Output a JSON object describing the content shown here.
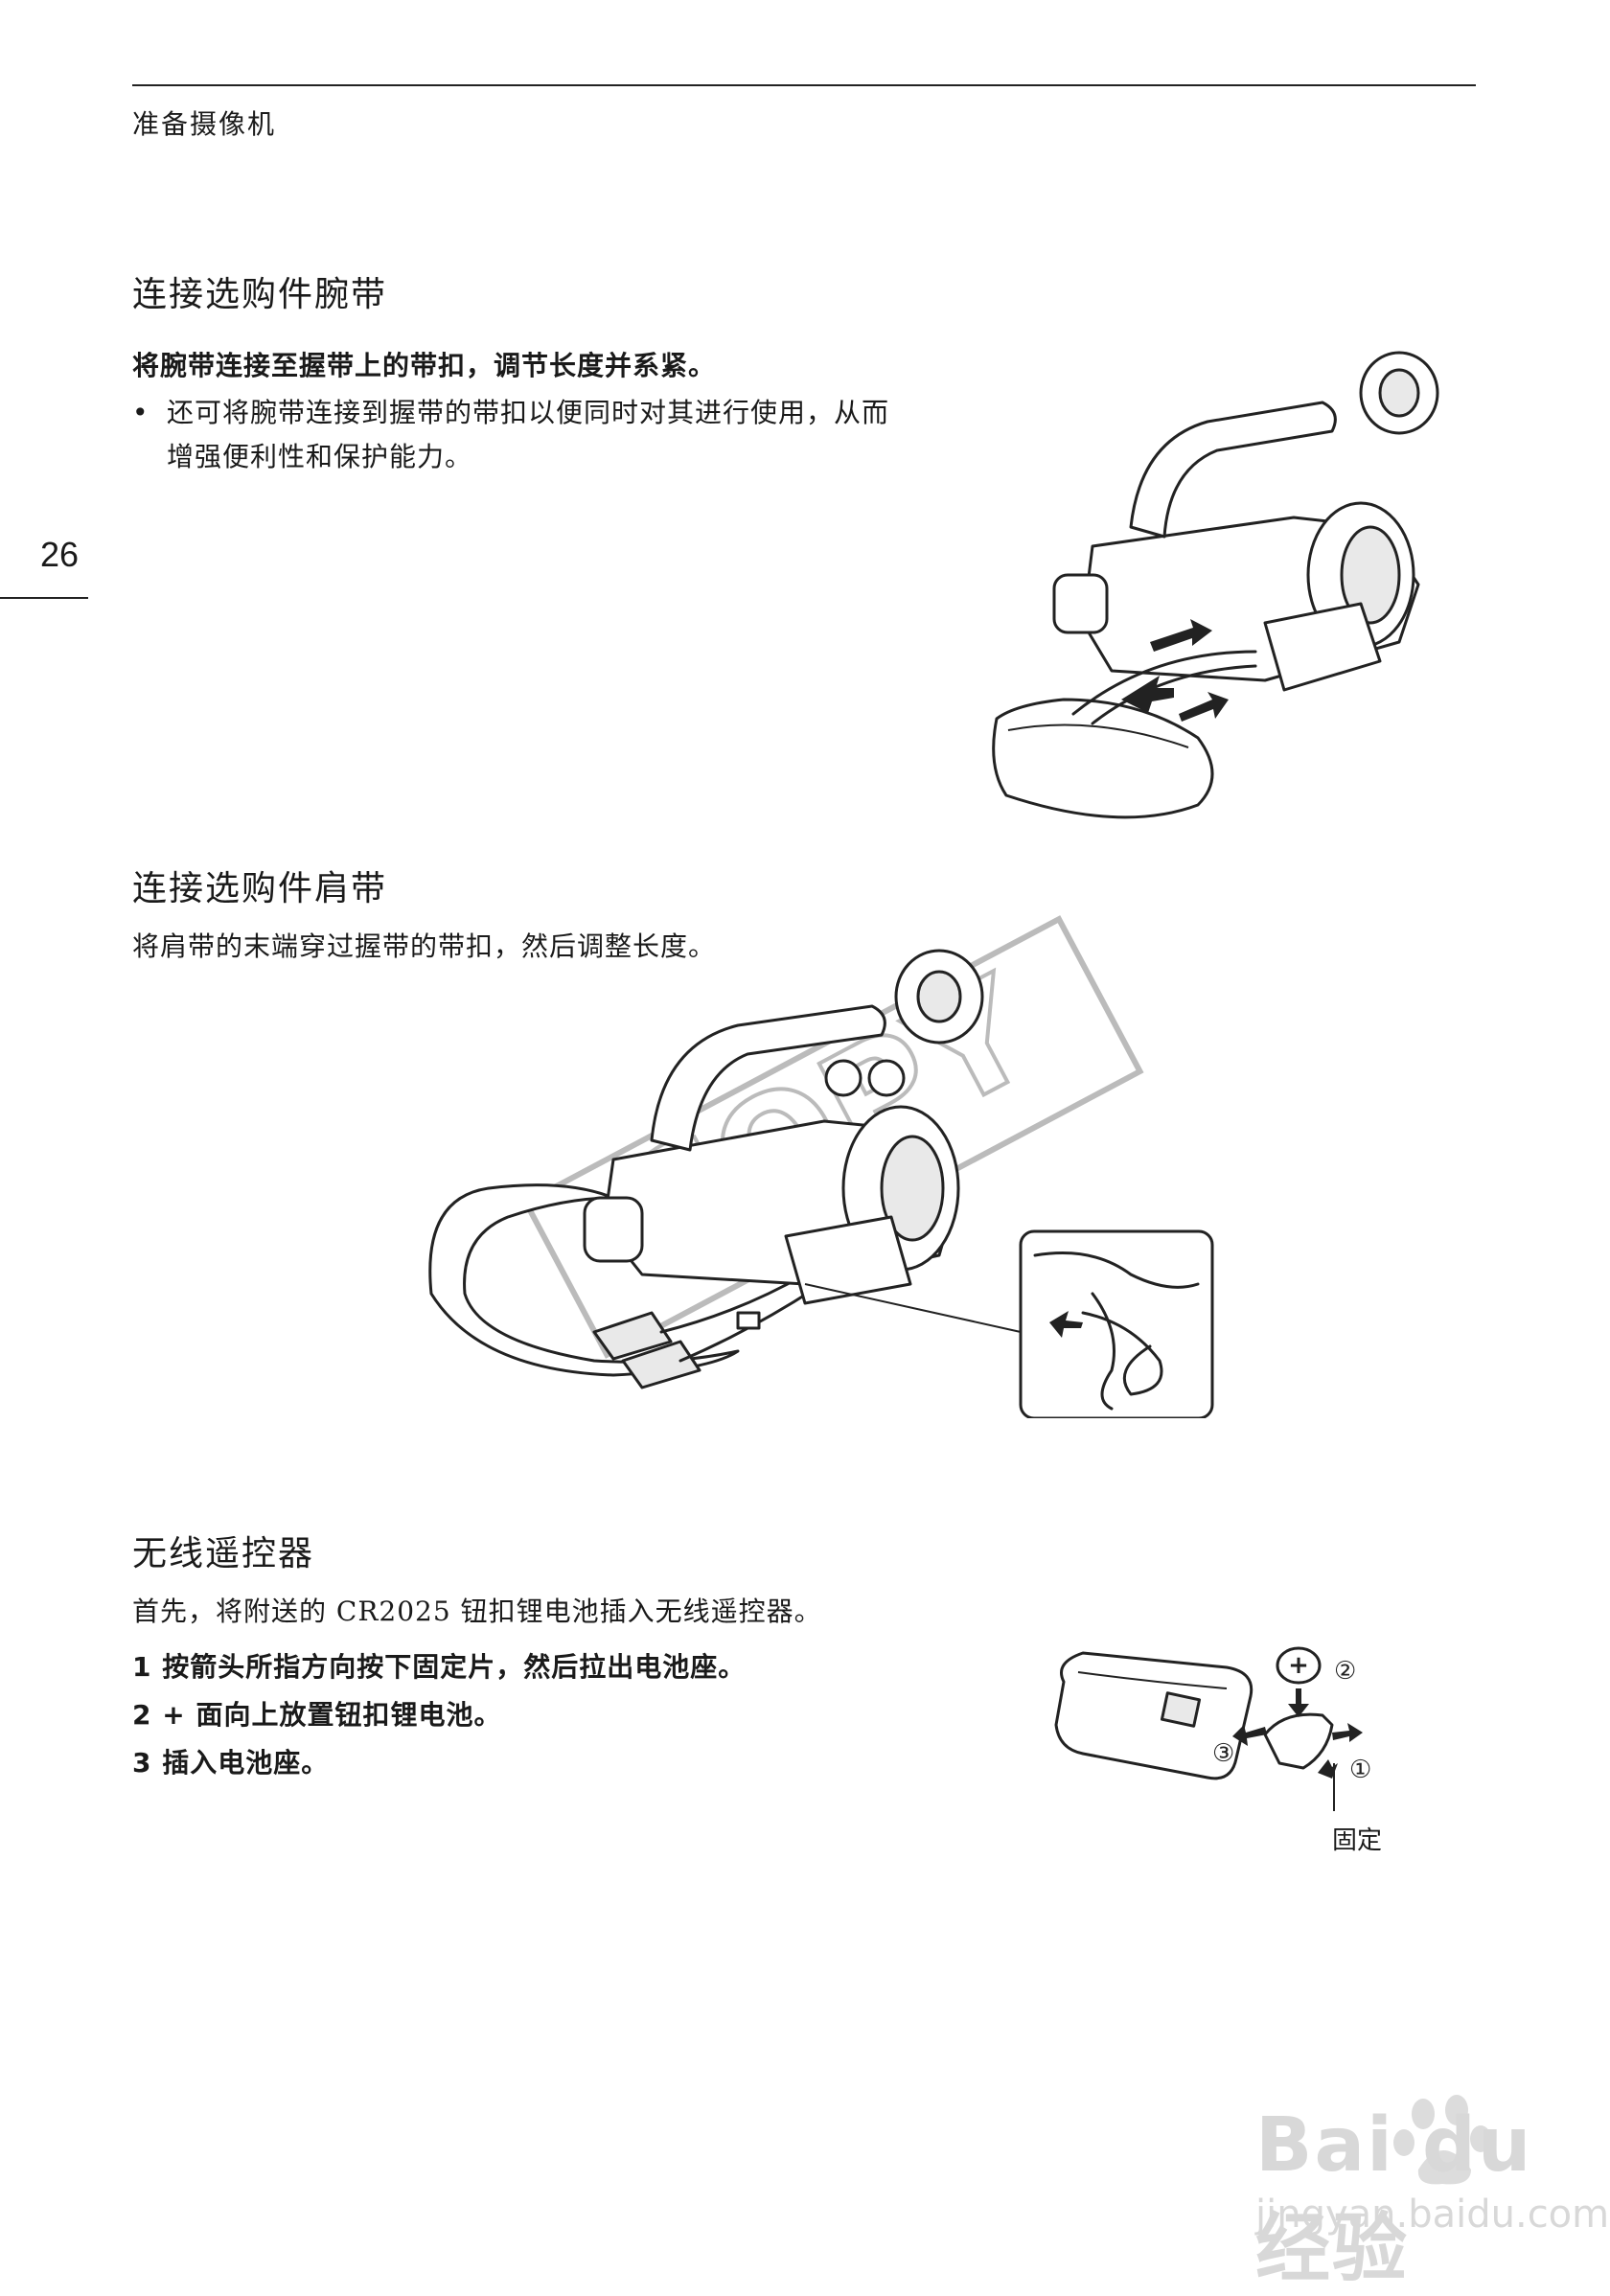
{
  "header": {
    "section_title": "准备摄像机",
    "page_number": "26"
  },
  "wrist_strap": {
    "title": "连接选购件腕带",
    "instruction": "将腕带连接至握带上的带扣，调节长度并系紧。",
    "bullet_symbol": "•",
    "bullet_line1": "还可将腕带连接到握带的带扣以便同时对其进行使用，从而",
    "bullet_line2": "增强便利性和保护能力。"
  },
  "shoulder_strap": {
    "title": "连接选购件肩带",
    "instruction": "将肩带的末端穿过握带的带扣，然后调整长度。",
    "stamp_text": "COPY"
  },
  "remote": {
    "title": "无线遥控器",
    "intro": "首先，将附送的 CR2025 钮扣锂电池插入无线遥控器。",
    "steps": [
      "1  按箭头所指方向按下固定片，然后拉出电池座。",
      "2  + 面向上放置钮扣锂电池。",
      "3  插入电池座。"
    ],
    "figure_label": "固定",
    "callout_1": "①",
    "callout_2": "②",
    "callout_3": "③",
    "battery_plus": "+"
  },
  "watermark": {
    "brand": "Bai du 经验",
    "url": "jingyan.baidu.com"
  }
}
